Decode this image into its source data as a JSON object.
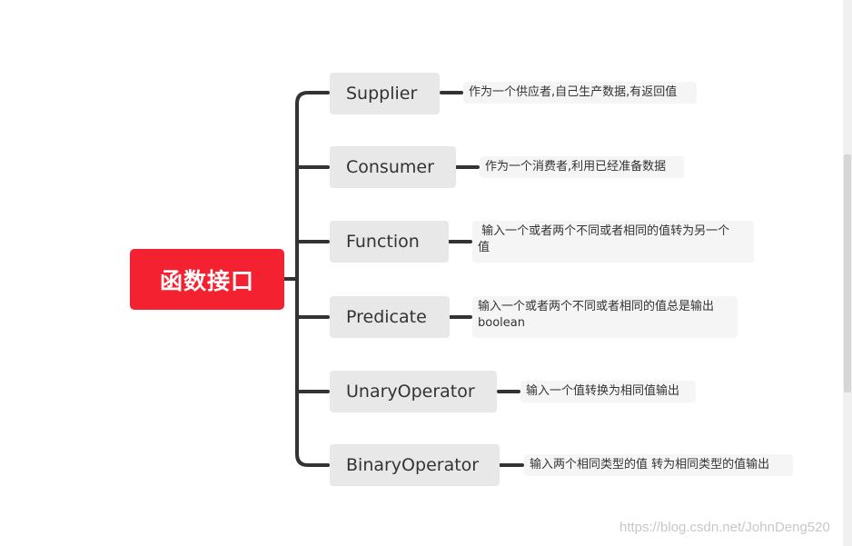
{
  "root": {
    "label": "函数接口"
  },
  "branches": [
    {
      "name": "Supplier",
      "note": "作为一个供应者,自己生产数据,有返回值"
    },
    {
      "name": "Consumer",
      "note": "作为一个消费者,利用已经准备数据"
    },
    {
      "name": "Function",
      "note_line1": " 输入一个或者两个不同或者相同的值转为另一个",
      "note_line2": "值"
    },
    {
      "name": "Predicate",
      "note_line1": "输入一个或者两个不同或者相同的值总是输出",
      "note_line2": "boolean"
    },
    {
      "name": "UnaryOperator",
      "note": "输入一个值转换为相同值输出"
    },
    {
      "name": "BinaryOperator",
      "note": "输入两个相同类型的值 转为相同类型的值输出"
    }
  ],
  "watermark": "https://blog.csdn.net/JohnDeng520",
  "colors": {
    "root": "#f42130",
    "node": "#e8e8e8",
    "note": "#f5f5f5",
    "connector": "#333333"
  }
}
